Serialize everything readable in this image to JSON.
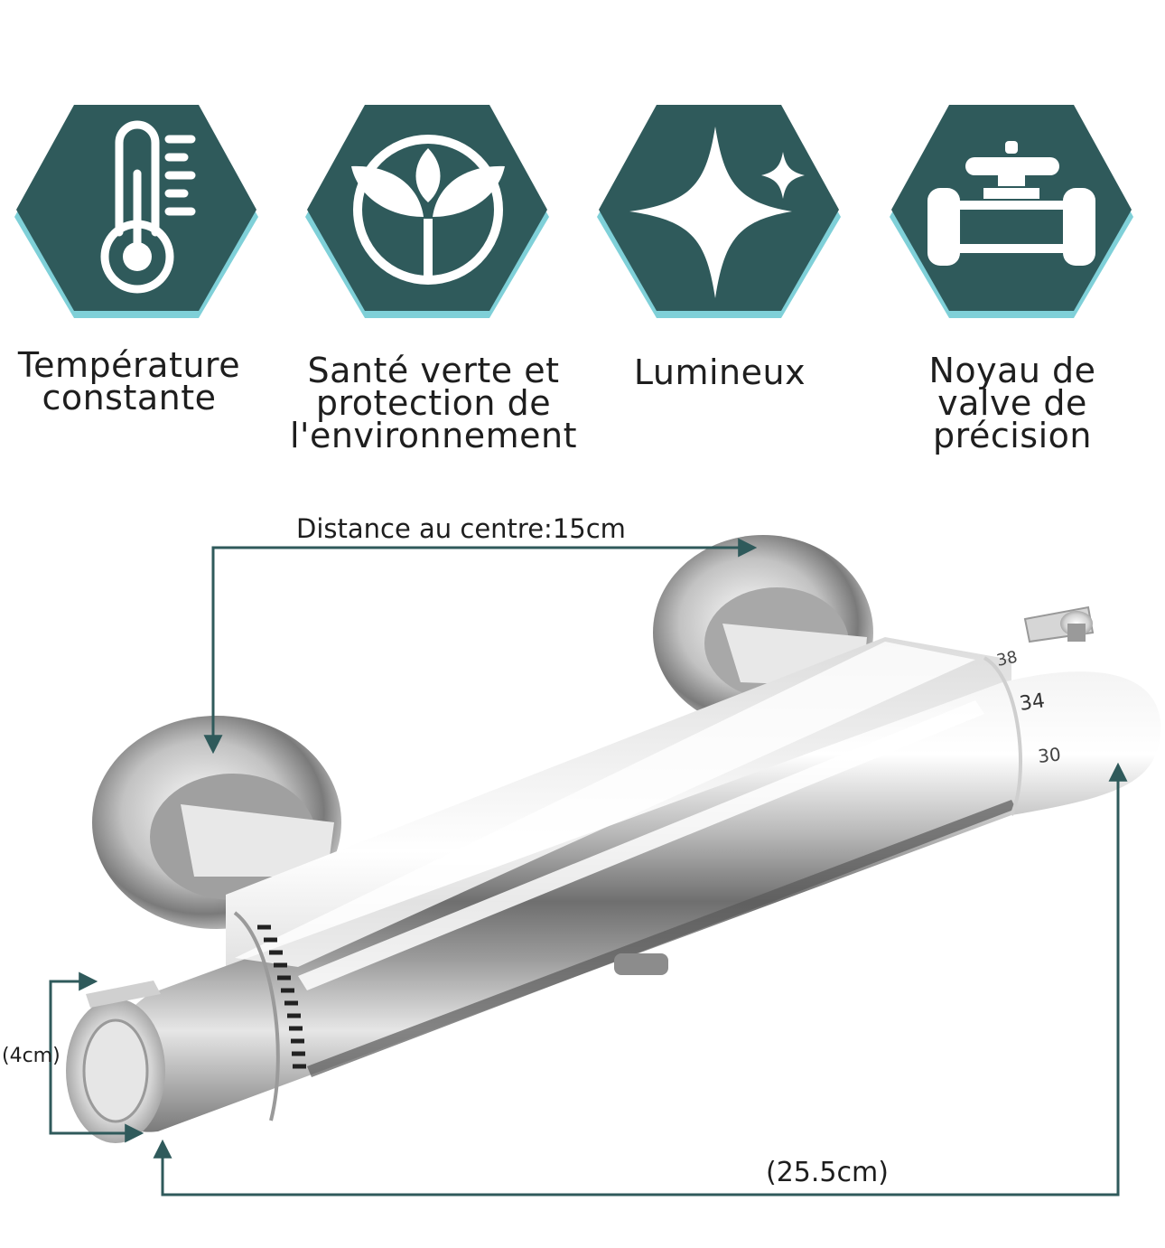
{
  "colors": {
    "hexagon_fill": "#2f5a5b",
    "hexagon_accent": "#7fd0d8",
    "icon_white": "#ffffff",
    "dimension_line": "#2f5a5b",
    "text": "#1e1e1e"
  },
  "features": [
    {
      "icon": "thermometer-icon",
      "label": "Température\nconstante"
    },
    {
      "icon": "leaf-circle-icon",
      "label": "Santé verte et\nprotection de\nl'environnement"
    },
    {
      "icon": "sparkle-icon",
      "label": "Lumineux"
    },
    {
      "icon": "valve-core-icon",
      "label": "Noyau de\nvalve de\nprécision"
    }
  ],
  "product": {
    "icon": "thermostatic-shower-valve-image",
    "dial_numbers": [
      "38",
      "34",
      "30"
    ],
    "dimensions": {
      "center_distance": "Distance au centre:15cm",
      "height": "(4cm)",
      "length": "(25.5cm)"
    }
  }
}
